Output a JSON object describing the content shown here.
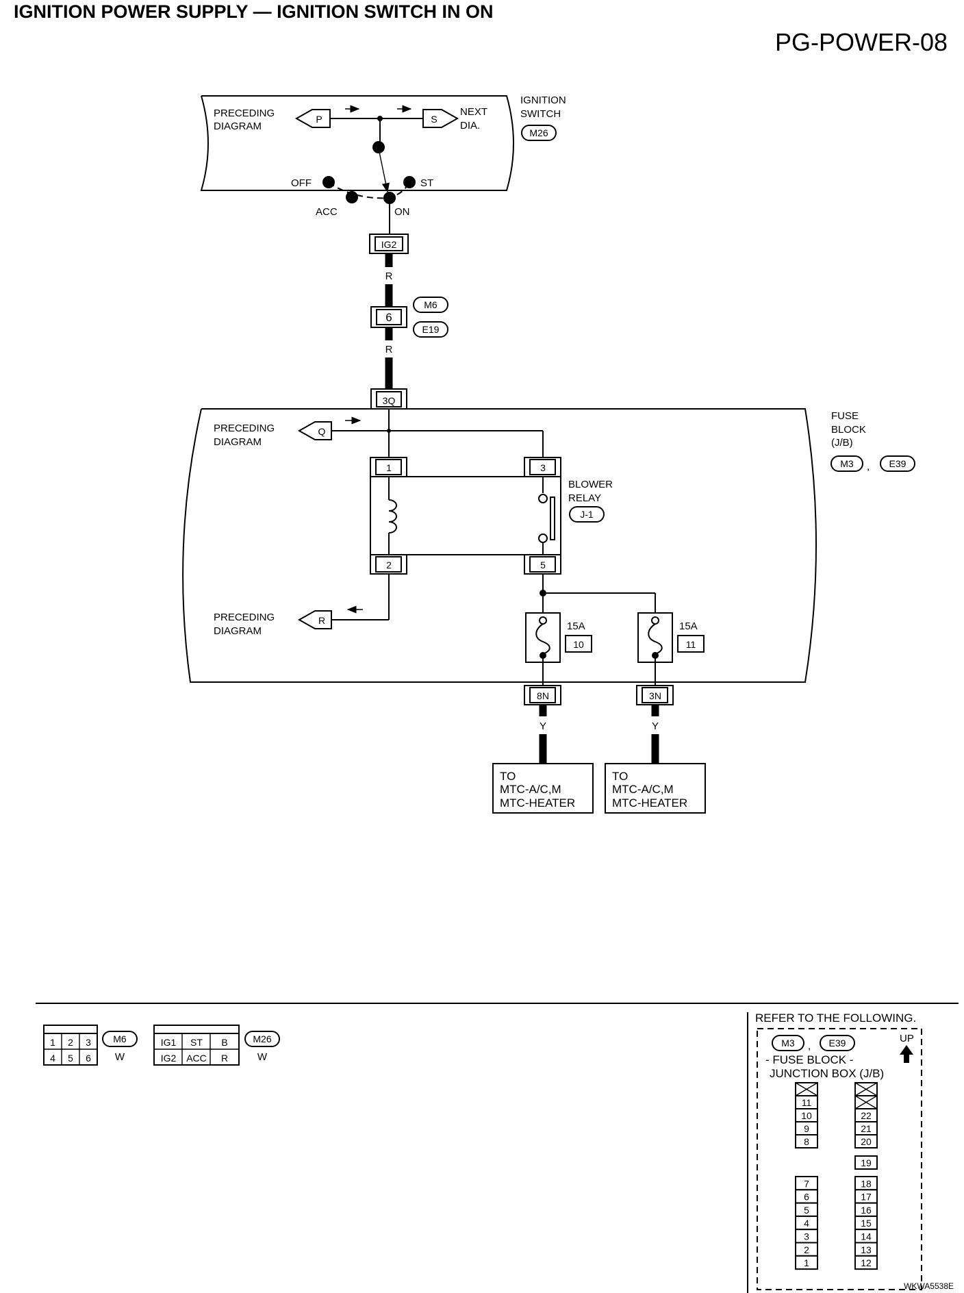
{
  "header": {
    "title": "IGNITION POWER SUPPLY — IGNITION SWITCH IN ON",
    "code": "PG-POWER-08"
  },
  "ignition_switch": {
    "label1": "IGNITION",
    "label2": "SWITCH",
    "connector": "M26",
    "preceding1": "PRECEDING",
    "preceding2": "DIAGRAM",
    "pre_arrow": "P",
    "next1": "NEXT",
    "next2": "DIA.",
    "next_arrow": "S",
    "positions": [
      "OFF",
      "ACC",
      "ON",
      "ST"
    ],
    "terminal": "IG2"
  },
  "wires": {
    "w1": "R",
    "w2": "R",
    "w3": "Y",
    "w4": "Y"
  },
  "joint": {
    "terminal": "6",
    "conn_top": "M6",
    "conn_bottom": "E19"
  },
  "fuse_block": {
    "label1": "FUSE",
    "label2": "BLOCK",
    "label3": "(J/B)",
    "conn1": "M3",
    "comma": ",",
    "conn2": "E39",
    "input_terminal": "3Q",
    "q1": "PRECEDING",
    "q2": "DIAGRAM",
    "q_arrow": "Q",
    "r1": "PRECEDING",
    "r2": "DIAGRAM",
    "r_arrow": "R",
    "relay_label1": "BLOWER",
    "relay_label2": "RELAY",
    "relay_conn": "J-1",
    "relay_pins": [
      "1",
      "3",
      "2",
      "5"
    ],
    "fuses": [
      {
        "amp": "15A",
        "num": "10",
        "out": "8N"
      },
      {
        "amp": "15A",
        "num": "11",
        "out": "3N"
      }
    ]
  },
  "destinations": [
    {
      "l1": "TO",
      "l2": "MTC-A/C,M",
      "l3": "MTC-HEATER"
    },
    {
      "l1": "TO",
      "l2": "MTC-A/C,M",
      "l3": "MTC-HEATER"
    }
  ],
  "connectors": {
    "m6": {
      "cells": [
        "1",
        "2",
        "3",
        "4",
        "5",
        "6"
      ],
      "id": "M6",
      "color": "W"
    },
    "m26": {
      "cells": [
        "IG1",
        "ST",
        "B",
        "IG2",
        "ACC",
        "R"
      ],
      "id": "M26",
      "color": "W"
    }
  },
  "refer": {
    "title": "REFER TO THE FOLLOWING.",
    "conn1": "M3",
    "comma": ",",
    "conn2": "E39",
    "up": "UP",
    "line1": "- FUSE BLOCK -",
    "line2": "JUNCTION BOX (J/B)",
    "left_top": [
      "11",
      "10",
      "9",
      "8"
    ],
    "left_bottom": [
      "7",
      "6",
      "5",
      "4",
      "3",
      "2",
      "1"
    ],
    "right_top": [
      "22",
      "21",
      "20"
    ],
    "right_mid": "19",
    "right_bottom": [
      "18",
      "17",
      "16",
      "15",
      "14",
      "13",
      "12"
    ]
  },
  "footer": {
    "code": "WKWA5538E"
  }
}
